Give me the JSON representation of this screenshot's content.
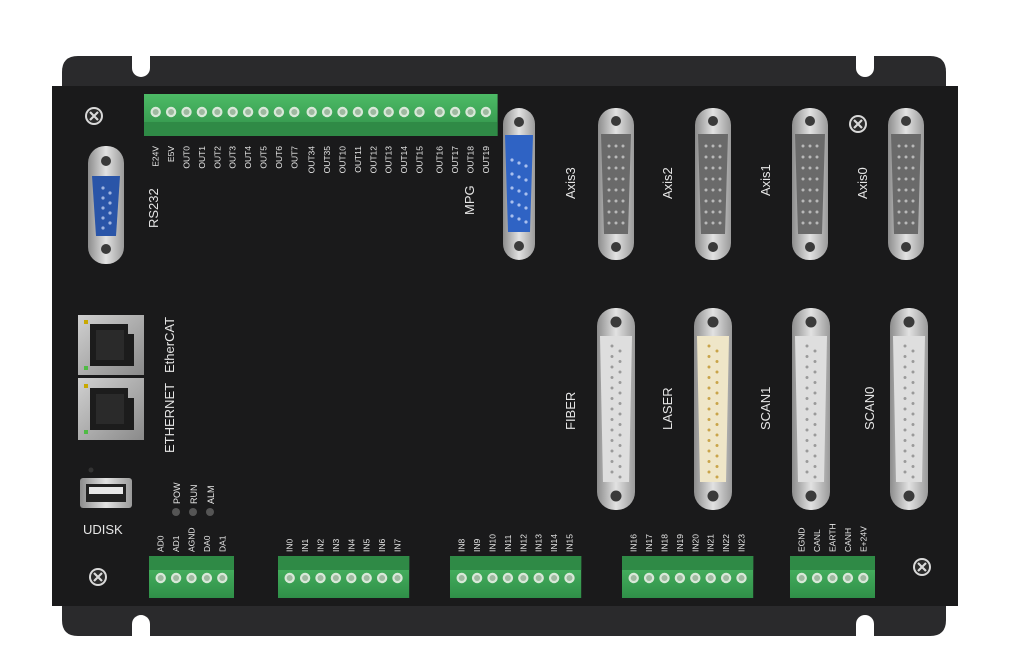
{
  "labels": {
    "rs232": "RS232",
    "mpg": "MPG",
    "axis3": "Axis3",
    "axis2": "Axis2",
    "axis1": "Axis1",
    "axis0": "Axis0",
    "ethercat": "EtherCAT",
    "ethernet": "ETHERNET",
    "fiber": "FIBER",
    "laser": "LASER",
    "scan1": "SCAN1",
    "scan0": "SCAN0",
    "udisk": "UDISK"
  },
  "leds": [
    "POW",
    "RUN",
    "ALM"
  ],
  "terminals": {
    "top_left": [
      "E24V",
      "E5V",
      "OUT0",
      "OUT1",
      "OUT2",
      "OUT3",
      "OUT4",
      "OUT5",
      "OUT6",
      "OUT7"
    ],
    "top_mid": [
      "OUT34",
      "OUT35",
      "OUT10",
      "OUT11",
      "OUT12",
      "OUT13",
      "OUT14",
      "OUT15"
    ],
    "top_right": [
      "OUT16",
      "OUT17",
      "OUT18",
      "OUT19"
    ],
    "bottom_analog": [
      "AD0",
      "AD1",
      "AGND",
      "DA0",
      "DA1"
    ],
    "bottom_in0": [
      "IN0",
      "IN1",
      "IN2",
      "IN3",
      "IN4",
      "IN5",
      "IN6",
      "IN7"
    ],
    "bottom_in8": [
      "IN8",
      "IN9",
      "IN10",
      "IN11",
      "IN12",
      "IN13",
      "IN14",
      "IN15"
    ],
    "bottom_in16": [
      "IN16",
      "IN17",
      "IN18",
      "IN19",
      "IN20",
      "IN21",
      "IN22",
      "IN23"
    ],
    "bottom_can": [
      "EGND",
      "CANL",
      "EARTH",
      "CANH",
      "E+24V"
    ]
  },
  "colors": {
    "board": "#1a1a1b",
    "terminal_green": "#3faa5a",
    "db_blue": "#2f63c4",
    "text": "#e6e6e6"
  }
}
